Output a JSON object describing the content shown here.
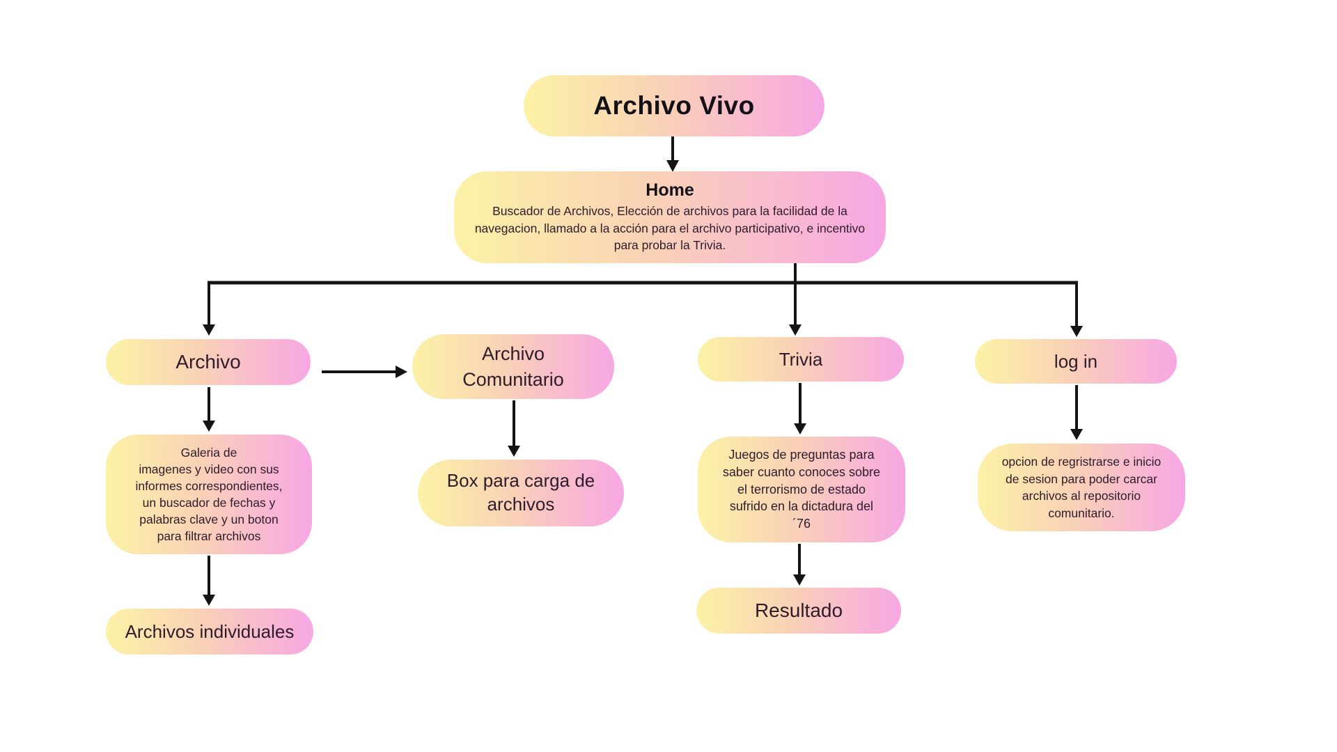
{
  "diagram": {
    "type": "flowchart-sitemap",
    "background": "#ffffff",
    "colors": {
      "node_gradient_start": "#FCF2A6",
      "node_gradient_mid": "#F9D2B6",
      "node_gradient_end": "#F7A7E4",
      "body_text": "#2E1B2B",
      "heading_text": "#141017",
      "connector": "#141414"
    },
    "nodes": {
      "title": {
        "label": "Archivo Vivo"
      },
      "home": {
        "title": "Home",
        "body": "Buscador de Archivos, Elección de archivos para la facilidad de la\nnavegacion, llamado a la acción para el archivo participativo, e incentivo\npara probar la Trivia."
      },
      "archivo": {
        "label": "Archivo"
      },
      "archivo_comunitario": {
        "label": "Archivo\nComunitario"
      },
      "trivia": {
        "label": "Trivia"
      },
      "login": {
        "label": "log in"
      },
      "galeria": {
        "body": "Galeria de\nimagenes y video con sus\ninformes correspondientes,\nun buscador de fechas y\npalabras clave y un boton\npara filtrar archivos"
      },
      "box_carga": {
        "label": "Box para carga de\narchivos"
      },
      "juegos": {
        "body": "Juegos de preguntas para\nsaber cuanto conoces sobre\nel terrorismo de estado\nsufrido en la dictadura del\n´76"
      },
      "opcion": {
        "body": "opcion de regristrarse e inicio\nde sesion para poder carcar\narchivos al repositorio\ncomunitario."
      },
      "archivos_individuales": {
        "label": "Archivos individuales"
      },
      "resultado": {
        "label": "Resultado"
      }
    },
    "edges": [
      "title -> home",
      "home -> archivo",
      "home -> trivia",
      "home -> login",
      "archivo -> archivo_comunitario",
      "archivo -> galeria",
      "galeria -> archivos_individuales",
      "archivo_comunitario -> box_carga",
      "trivia -> juegos",
      "juegos -> resultado",
      "login -> opcion"
    ]
  }
}
